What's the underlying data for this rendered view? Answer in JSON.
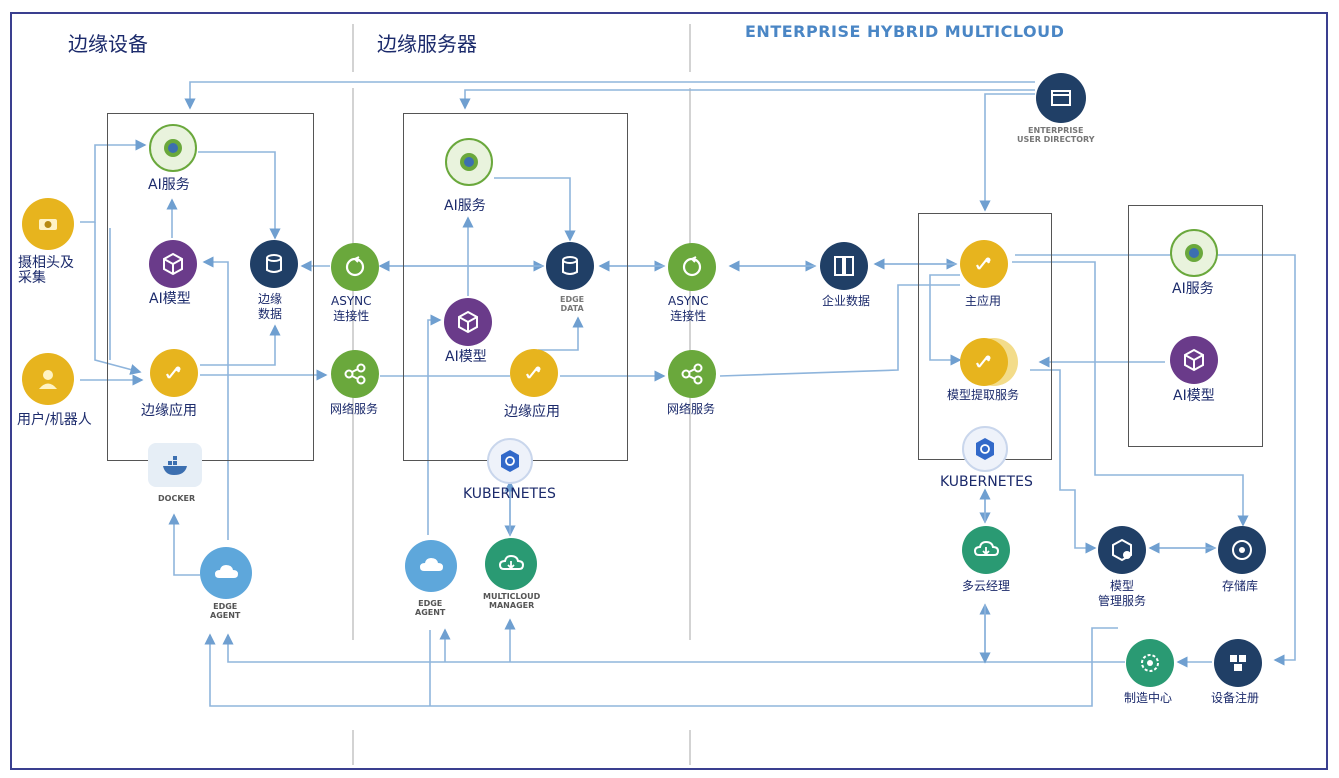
{
  "headers": {
    "edge_devices": "边缘设备",
    "edge_servers": "边缘服务器",
    "enterprise": "ENTERPRISE HYBRID MULTICLOUD"
  },
  "left": {
    "camera": "摄相头及\n采集",
    "user_robot": "用户/机器人"
  },
  "edge_device_box": {
    "ai_service": "AI服务",
    "ai_model": "AI模型",
    "edge_data": "边缘\n数据",
    "edge_app": "边缘应用",
    "docker": "DOCKER",
    "edge_agent": "EDGE\nAGENT"
  },
  "middle_left": {
    "async": "ASYNC\n连接性",
    "network": "网络服务"
  },
  "edge_server_box": {
    "ai_service": "AI服务",
    "edge_data": "EDGE\nDATA",
    "ai_model": "AI模型",
    "edge_app": "边缘应用",
    "kubernetes": "KUBERNETES",
    "edge_agent": "EDGE\nAGENT",
    "mcm": "MULTICLOUD\nMANAGER"
  },
  "middle_right": {
    "async": "ASYNC\n连接性",
    "network": "网络服务"
  },
  "enterprise": {
    "user_directory": "ENTERPRISE\nUSER DIRECTORY",
    "enterprise_data": "企业数据",
    "main_app": "主应用",
    "model_extract": "模型提取服务",
    "kubernetes": "KUBERNETES",
    "multicloud_manager": "多云经理",
    "model_mgmt": "模型\n管理服务",
    "storage": "存储库",
    "mfg_center": "制造中心",
    "device_registry": "设备注册",
    "right_ai_service": "AI服务",
    "right_ai_model": "AI模型"
  },
  "colors": {
    "frame": "#3a3f8f",
    "line": "#7fa9d6",
    "text": "#1b2a6b",
    "header_enterprise": "#4a86c5"
  }
}
